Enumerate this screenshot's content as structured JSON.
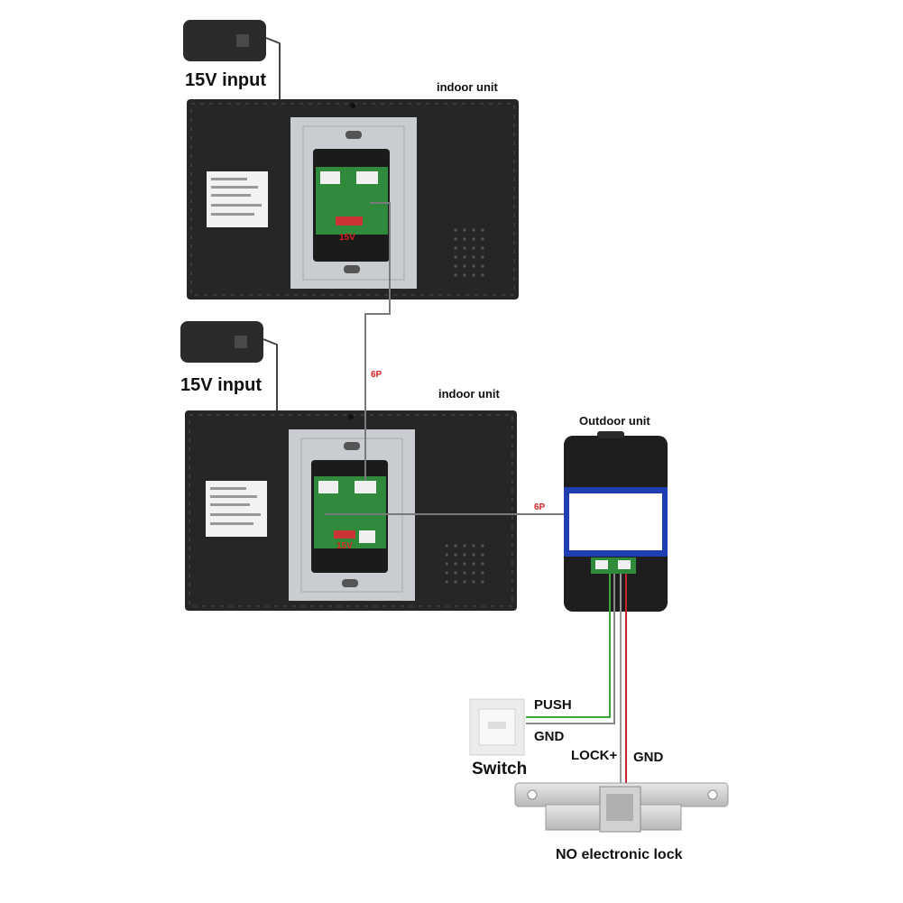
{
  "adapter_top": {
    "label": "15V input"
  },
  "adapter_bottom": {
    "label": "15V input"
  },
  "indoor_top": {
    "label": "indoor unit",
    "board_voltage": "15V"
  },
  "indoor_bottom": {
    "label": "indoor unit",
    "board_voltage": "15V"
  },
  "cable_vertical": {
    "label": "6P"
  },
  "cable_outdoor": {
    "label": "6P"
  },
  "outdoor": {
    "label": "Outdoor unit"
  },
  "switch": {
    "label": "Switch",
    "push_label": "PUSH",
    "gnd_label": "GND"
  },
  "lock": {
    "label": "NO electronic lock",
    "lock_plus_label": "LOCK+",
    "gnd_label": "GND"
  },
  "colors": {
    "panel": "#2a2a2a",
    "bracket": "#c9ccd0",
    "board": "#2f8a3c",
    "cable": "#7a7a7a",
    "wire_green": "#3aa83a",
    "wire_red": "#c0282d",
    "accent_blue": "#1f3fb0"
  }
}
